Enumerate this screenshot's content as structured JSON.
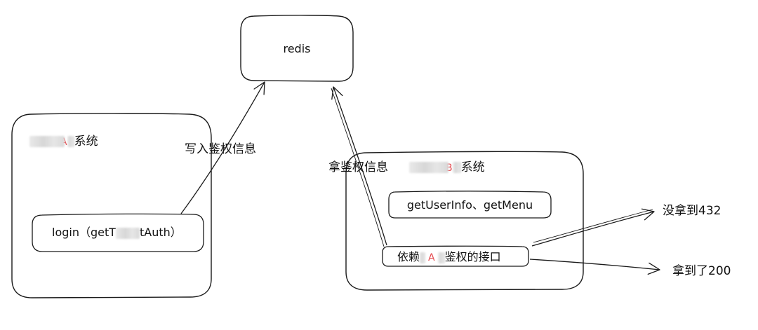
{
  "colors": {
    "stroke": "#1a1a1a",
    "text": "#111111",
    "redacted_letter": "#e5484d",
    "redacted_blur": "#dcdcdc"
  },
  "redis_box": {
    "label": "redis"
  },
  "system_a": {
    "title_letter": "A",
    "title_suffix": "系统",
    "login_box": {
      "label_prefix": "login（getT",
      "label_suffix": "tAuth）"
    }
  },
  "system_b": {
    "title_letter": "B",
    "title_suffix": "系统",
    "userinfo_box": {
      "label": "getUserInfo、getMenu"
    },
    "dependent_box": {
      "label_prefix": "依赖",
      "label_letter": "A",
      "label_suffix": "鉴权的接口"
    }
  },
  "arrows": {
    "write_label": "写入鉴权信息",
    "read_label": "拿鉴权信息",
    "fail_label": "没拿到432",
    "success_label": "拿到了200"
  }
}
